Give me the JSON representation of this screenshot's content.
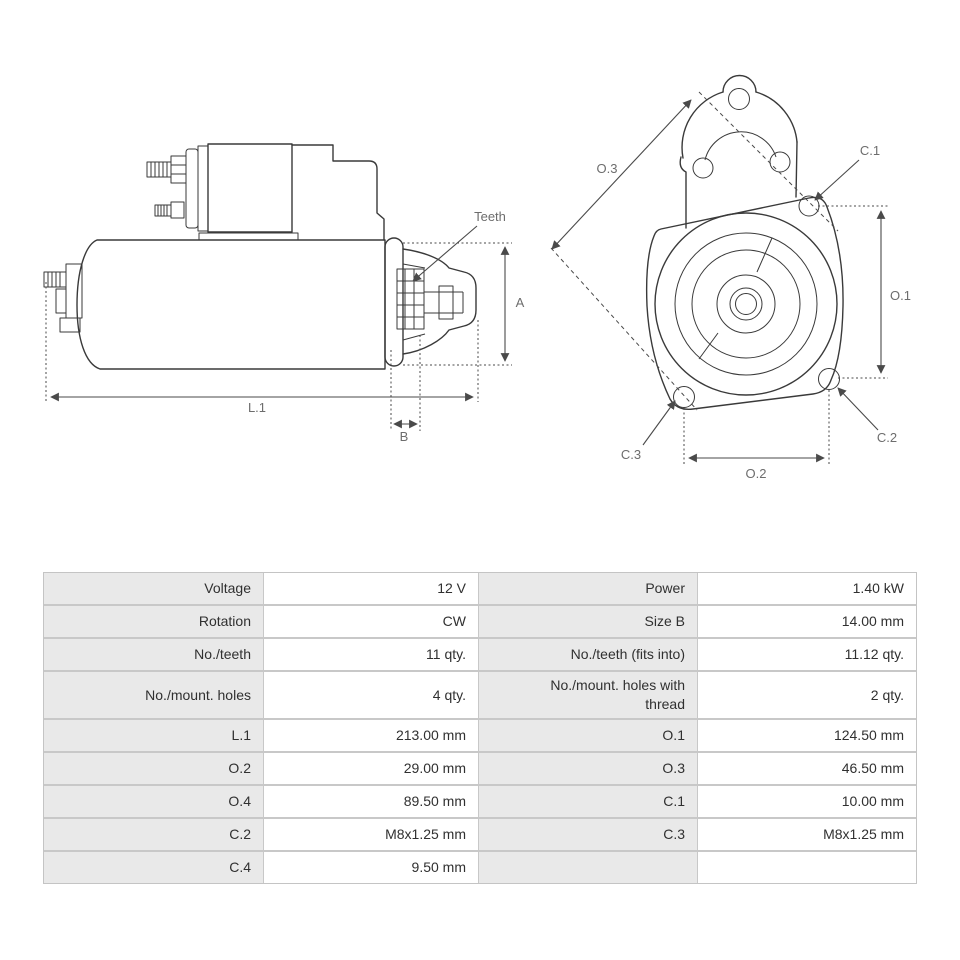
{
  "drawings": {
    "line_color": "#3a3a3a",
    "dim_color": "#4a4a4a",
    "label_color": "#6d6d6d",
    "side_view": {
      "labels": {
        "teeth": "Teeth",
        "a": "A",
        "l1": "L.1",
        "b": "B"
      }
    },
    "front_view": {
      "labels": {
        "o3": "O.3",
        "c1": "C.1",
        "o1": "O.1",
        "c2": "C.2",
        "c3": "C.3",
        "o2": "O.2"
      }
    }
  },
  "table": {
    "colors": {
      "label_bg": "#e9e9e9",
      "value_bg": "#ffffff",
      "border": "#c8c8c8",
      "text": "#303030"
    },
    "rows": [
      [
        "Voltage",
        "12 V",
        "Power",
        "1.40 kW"
      ],
      [
        "Rotation",
        "CW",
        "Size B",
        "14.00 mm"
      ],
      [
        "No./teeth",
        "11 qty.",
        "No./teeth (fits into)",
        "11.12 qty."
      ],
      [
        "No./mount. holes",
        "4 qty.",
        "No./mount. holes with thread",
        "2 qty."
      ],
      [
        "L.1",
        "213.00 mm",
        "O.1",
        "124.50 mm"
      ],
      [
        "O.2",
        "29.00 mm",
        "O.3",
        "46.50 mm"
      ],
      [
        "O.4",
        "89.50 mm",
        "C.1",
        "10.00 mm"
      ],
      [
        "C.2",
        "M8x1.25 mm",
        "C.3",
        "M8x1.25 mm"
      ],
      [
        "C.4",
        "9.50 mm",
        "",
        ""
      ]
    ]
  }
}
